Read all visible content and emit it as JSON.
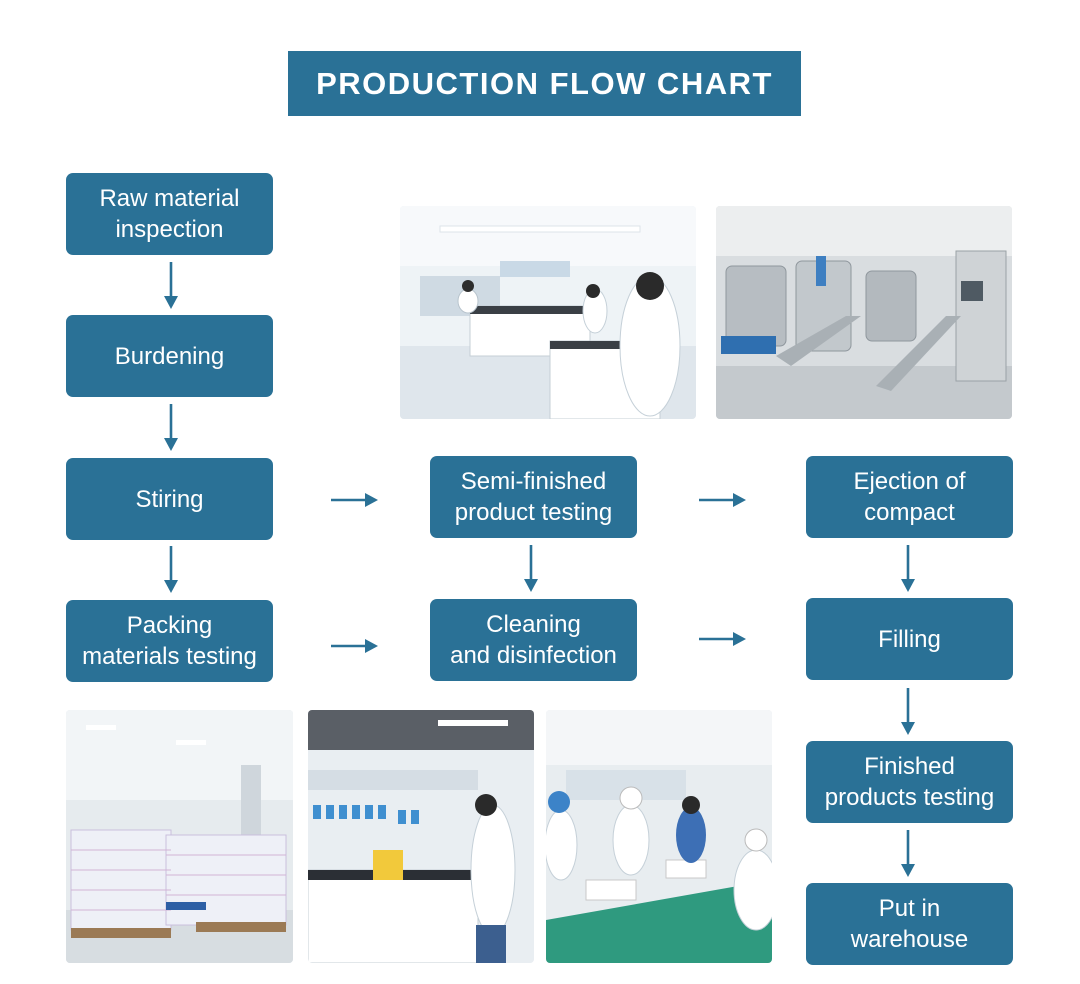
{
  "title": "PRODUCTION FLOW CHART",
  "colors": {
    "box": "#2a7196",
    "arrow": "#2a7196",
    "text": "#ffffff"
  },
  "steps": {
    "raw_material_inspection": "Raw material\ninspection",
    "burdening": "Burdening",
    "stiring": "Stiring",
    "packing_materials_testing": "Packing\nmaterials testing",
    "semi_finished_product_testing": "Semi-finished\nproduct testing",
    "cleaning_and_disinfection": "Cleaning\nand disinfection",
    "ejection_of_compact": "Ejection of\ncompact",
    "filling": "Filling",
    "finished_products_testing": "Finished\nproducts testing",
    "put_in_warehouse": "Put in\nwarehouse"
  },
  "photos": {
    "lab": "laboratory photo",
    "mixing": "mixing tanks photo",
    "warehouse": "packaged goods warehouse photo",
    "testing_lab": "testing laboratory photo",
    "packing_line": "packing line photo"
  }
}
